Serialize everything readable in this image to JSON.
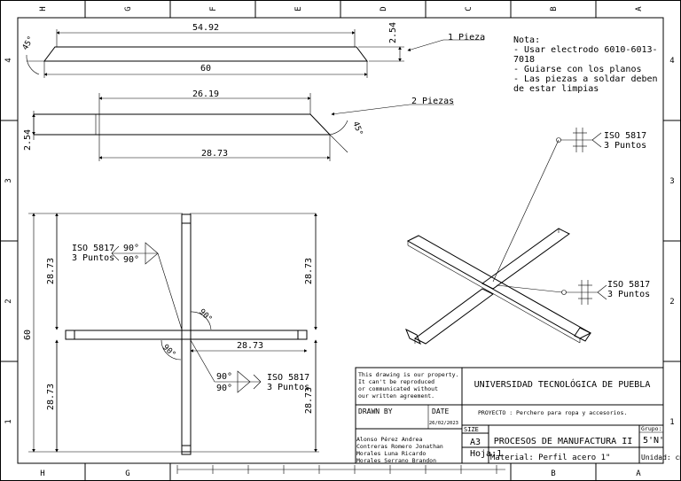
{
  "frame": {
    "top_zones": [
      "H",
      "G",
      "F",
      "E",
      "D",
      "C",
      "B",
      "A"
    ],
    "bottom_zones": [
      "H",
      "G",
      "",
      "",
      "",
      "",
      "B",
      "A"
    ],
    "left_zones": [
      "4",
      "3",
      "2",
      "1"
    ],
    "right_zones": [
      "4",
      "3",
      "2",
      "1"
    ]
  },
  "part1": {
    "top_dim": "54.92",
    "bottom_dim": "60",
    "height_dim": "2.54",
    "angle": "45°",
    "label": "1 Pieza"
  },
  "part2": {
    "top_dim": "26.19",
    "bottom_dim": "28.73",
    "height_dim": "2.54",
    "angle": "45°",
    "label": "2 Piezas"
  },
  "note": {
    "lines": [
      "Nota:",
      "- Usar electrodo 6010-6013-",
      "7018",
      "- Guiarse con los planos",
      "- Las piezas a soldar deben",
      "de estar limpias"
    ]
  },
  "iso_view": {
    "weld_top": [
      "ISO 5817",
      "3 Puntos"
    ],
    "weld_right": [
      "ISO 5817",
      "3 Puntos"
    ]
  },
  "plan": {
    "dim_left_top": "28.73",
    "dim_left_bottom": "28.73",
    "dim_overall": "60",
    "dim_right_top": "28.73",
    "dim_right_bottom": "28.73",
    "dim_center": "28.73",
    "angle_a": "90°",
    "angle_b": "90°",
    "weld1": {
      "iso": "ISO 5817",
      "pts": "3 Puntos",
      "a1": "90°",
      "a2": "90°"
    },
    "weld2": {
      "iso": "ISO 5817",
      "pts": "3 Puntos",
      "a1": "90°",
      "a2": "90°"
    }
  },
  "title_block": {
    "disclaimer": [
      "This drawing is our property.",
      "It can't be reproduced",
      "or communicated without",
      "our written agreement."
    ],
    "university": "UNIVERSIDAD TECNOLÓGICA DE PUEBLA",
    "drawn_by_label": "DRAWN BY",
    "date_label": "DATE",
    "date": "26/02/2023",
    "project": "PROYECTO : Perchero para ropa y accesorios.",
    "authors": [
      "Alonso Pérez Andrea",
      "Contreras Romero Jonathan",
      "Morales Luna Ricardo",
      "Morales Serrano Brandon"
    ],
    "size_label": "SIZE",
    "size": "A3",
    "course": "PROCESOS DE MANUFACTURA II",
    "grupo_label": "Grupo:",
    "grupo": "5'N'",
    "hoja": "Hoja:1",
    "material": "Material: Perfil acero 1\"",
    "unidad": "Unidad: cm"
  }
}
